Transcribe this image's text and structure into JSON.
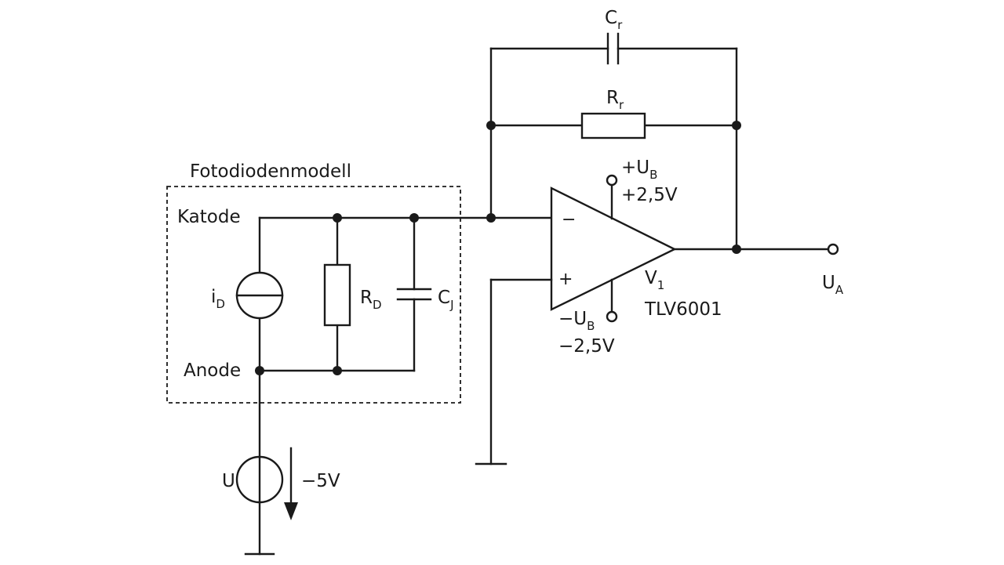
{
  "diagram": {
    "box_title": "Fotodiodenmodell",
    "katode": "Katode",
    "anode": "Anode",
    "current_source": {
      "main": "i",
      "sub": "D"
    },
    "resistor_d": {
      "main": "R",
      "sub": "D"
    },
    "cap_j": {
      "main": "C",
      "sub": "J"
    },
    "feedback_cap": {
      "main": "C",
      "sub": "r"
    },
    "feedback_res": {
      "main": "R",
      "sub": "r"
    },
    "opamp": {
      "minus": "−",
      "plus": "+",
      "name_main": "V",
      "name_sub": "1",
      "part": "TLV6001"
    },
    "supply_pos": {
      "sign": "+U",
      "sub": "B",
      "value": "+2,5V"
    },
    "supply_neg": {
      "sign": "−U",
      "sub": "B",
      "value": "−2,5V"
    },
    "output": {
      "main": "U",
      "sub": "A"
    },
    "bias_source": {
      "label": "U",
      "value": "−5V"
    },
    "colors": {
      "ink": "#1a1a1a",
      "background": "#ffffff"
    }
  }
}
